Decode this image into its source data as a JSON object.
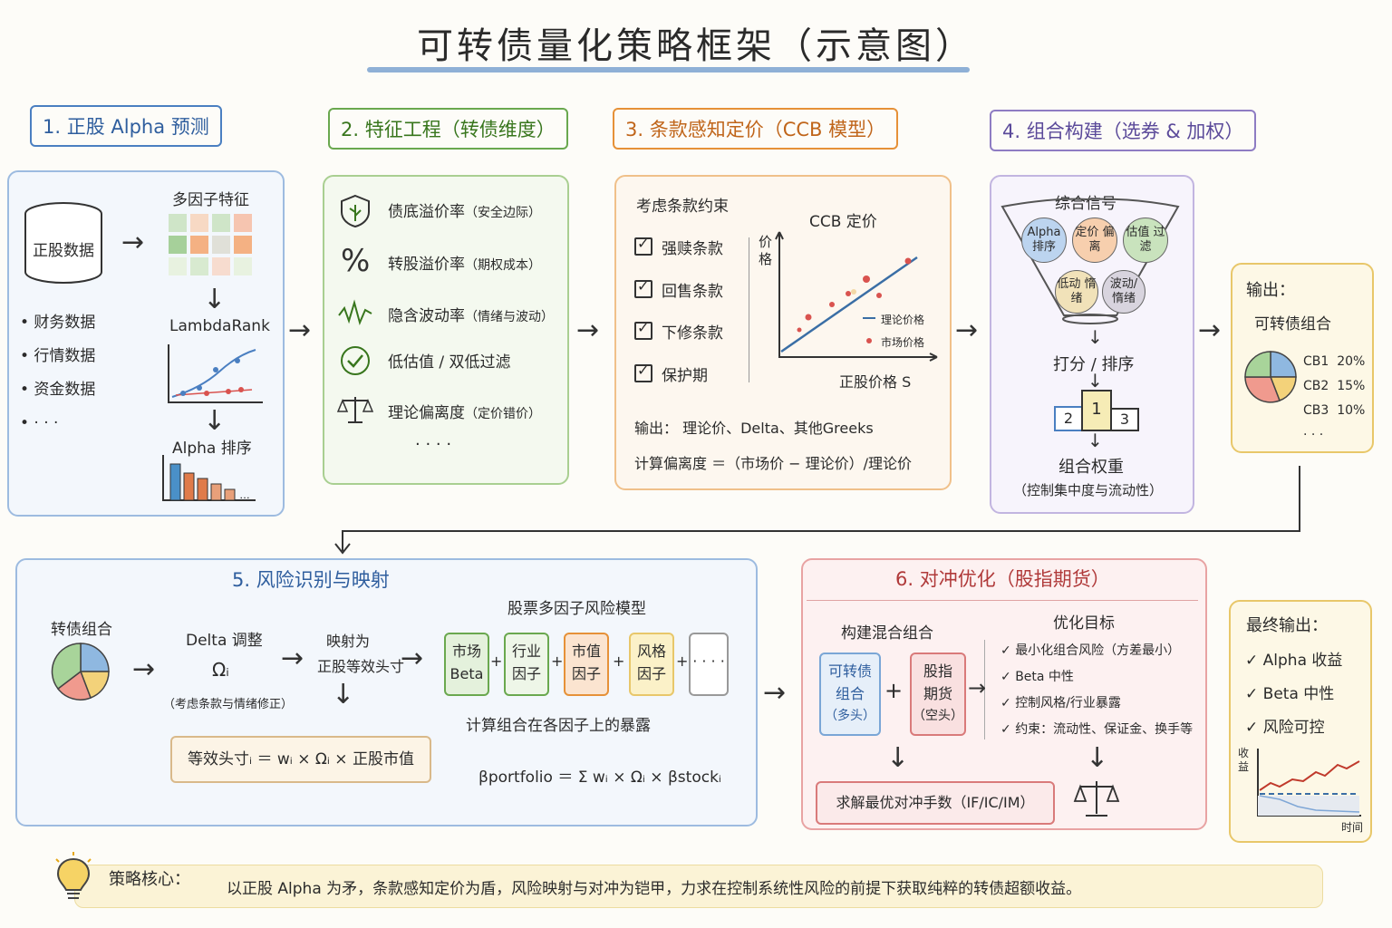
{
  "title": "可转债量化策略框架（示意图）",
  "s1": {
    "header": "1. 正股 Alpha 预测",
    "db_label": "正股数据",
    "list": [
      "• 财务数据",
      "• 行情数据",
      "• 资金数据",
      "• · · ·"
    ],
    "feat_title": "多因子特征",
    "model": "LambdaRank",
    "rank": "Alpha 排序"
  },
  "s2": {
    "header": "2. 特征工程（转债维度）",
    "items": [
      {
        "label": "债底溢价率",
        "note": "（安全边际）",
        "icon": "shield-icon"
      },
      {
        "label": "转股溢价率",
        "note": "（期权成本）",
        "icon": "percent-icon"
      },
      {
        "label": "隐含波动率",
        "note": "（情绪与波动）",
        "icon": "wave-icon"
      },
      {
        "label": "低估值 / 双低过滤",
        "note": "",
        "icon": "check-circle-icon"
      },
      {
        "label": "理论偏离度",
        "note": "（定价错价）",
        "icon": "scale-icon"
      }
    ],
    "more": "· · · ·"
  },
  "s3": {
    "header": "3. 条款感知定价（CCB 模型）",
    "terms_title": "考虑条款约束",
    "terms": [
      "强赎条款",
      "回售条款",
      "下修条款",
      "保护期"
    ],
    "chart_title": "CCB 定价",
    "y_axis": "价格",
    "x_axis": "正股价格 S",
    "legend_theory": "理论价格",
    "legend_market": "市场价格",
    "output": "输出： 理论价、Delta、其他Greeks",
    "deviation": "计算偏离度 ＝（市场价 − 理论价）/理论价"
  },
  "s4": {
    "header": "4. 组合构建（选券 & 加权）",
    "signal": "综合信号",
    "circles": [
      "Alpha 排序",
      "定价 偏离",
      "估值 过滤",
      "低动 惰绪",
      "波动/ 惰绪"
    ],
    "score": "打分 / 排序",
    "podium": [
      "2",
      "1",
      "3"
    ],
    "weight": "组合权重",
    "weight_note": "（控制集中度与流动性）"
  },
  "output1": {
    "title": "输出：",
    "subtitle": "可转债组合",
    "rows": [
      {
        "name": "CB1",
        "pct": "20%"
      },
      {
        "name": "CB2",
        "pct": "15%"
      },
      {
        "name": "CB3",
        "pct": "10%"
      }
    ],
    "more": "· · ·"
  },
  "s5": {
    "header": "5. 风险识别与映射",
    "portfolio": "转债组合",
    "delta": "Delta 调整",
    "omega": "Ωᵢ",
    "delta_note": "（考虑条款与情绪修正）",
    "map": "映射为",
    "map2": "正股等效头寸",
    "model_title": "股票多因子风险模型",
    "factors": [
      {
        "l1": "市场",
        "l2": "Beta"
      },
      {
        "l1": "行业",
        "l2": "因子"
      },
      {
        "l1": "市值",
        "l2": "因子"
      },
      {
        "l1": "风格",
        "l2": "因子"
      }
    ],
    "factor_more": "· · · ·",
    "exposure": "计算组合在各因子上的暴露",
    "formula1": "等效头寸ᵢ ＝ wᵢ × Ωᵢ × 正股市值",
    "formula2": "βportfolio ＝ Σ wᵢ × Ωᵢ × βstockᵢ"
  },
  "s6": {
    "header": "6. 对冲优化（股指期货）",
    "build": "构建混合组合",
    "cb_l1": "可转债",
    "cb_l2": "组合",
    "cb_l3": "（多头）",
    "fut_l1": "股指",
    "fut_l2": "期货",
    "fut_l3": "（空头）",
    "opt_title": "优化目标",
    "opts": [
      "最小化组合风险（方差最小）",
      "Beta 中性",
      "控制风格/行业暴露",
      "约束：流动性、保证金、换手等"
    ],
    "solve": "求解最优对冲手数（IF/IC/IM）"
  },
  "final": {
    "title": "最终输出：",
    "items": [
      "Alpha 收益",
      "Beta 中性",
      "风险可控"
    ],
    "y_axis": "收益",
    "x_axis": "时间"
  },
  "core": {
    "label": "策略核心：",
    "text": "以正股 Alpha 为矛，条款感知定价为盾，风险映射与对冲为铠甲，力求在控制系统性风险的前提下获取纯粹的转债超额收益。"
  },
  "colors": {
    "blue": "#4a7fc1",
    "green": "#6aa84f",
    "orange": "#e69138",
    "purple": "#8e7cc3",
    "red": "#d9534f",
    "yellow": "#e8c76a"
  }
}
